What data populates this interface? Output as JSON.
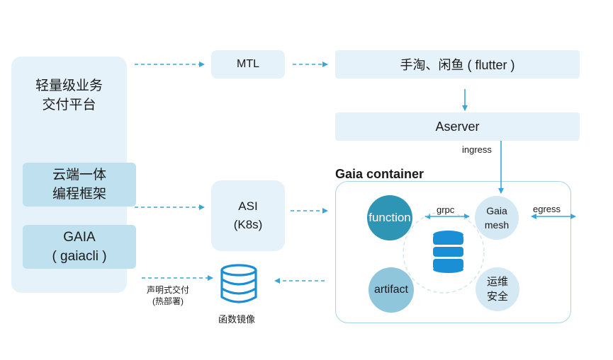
{
  "platform": {
    "title_line1": "轻量级业务",
    "title_line2": "交付平台",
    "framework_line1": "云端一体",
    "framework_line2": "编程框架",
    "gaia_line1": "GAIA",
    "gaia_line2": "( gaiacli )"
  },
  "nodes": {
    "mtl": "MTL",
    "clients": "手淘、闲鱼 ( flutter )",
    "aserver": "Aserver",
    "asi_line1": "ASI",
    "asi_line2": "(K8s)",
    "function_image": "函数镜像"
  },
  "container": {
    "title": "Gaia container",
    "function": "function",
    "gaia_mesh_line1": "Gaia",
    "gaia_mesh_line2": "mesh",
    "artifact": "artifact",
    "ops_line1": "运维",
    "ops_line2": "安全"
  },
  "edge_labels": {
    "ingress": "ingress",
    "egress": "egress",
    "grpc": "grpc",
    "declarative_line1": "声明式交付",
    "declarative_line2": "(热部署)"
  },
  "colors": {
    "box_fill": "#e6f2f9",
    "inner_fill": "#bfe0ee",
    "arrow": "#3aa6d6",
    "function_fill": "#2e95b5",
    "artifact_fill": "#8fc6dc",
    "db_blue": "#1a8fd6"
  }
}
